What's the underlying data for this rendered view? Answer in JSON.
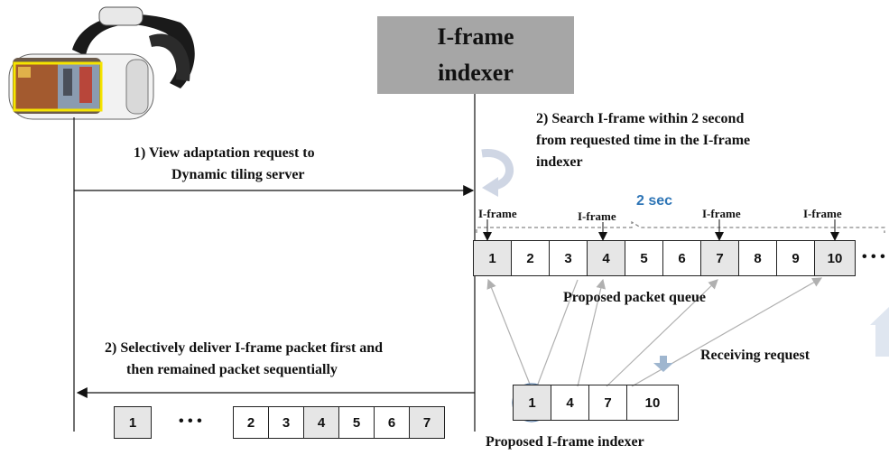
{
  "indexer_box": {
    "line1": "I-frame",
    "line2": "indexer"
  },
  "step1": {
    "line1": "1)  View adaptation request to",
    "line2": "Dynamic tiling server"
  },
  "step2_search": {
    "line1": "2) Search I-frame within 2 second",
    "line2": "from requested time in the I-frame",
    "line3": "indexer"
  },
  "interval_label": "2 sec",
  "iframe_markers": [
    "I-frame",
    "I-frame",
    "I-frame",
    "I-frame"
  ],
  "packet_queue": {
    "cells": [
      "1",
      "2",
      "3",
      "4",
      "5",
      "6",
      "7",
      "8",
      "9",
      "10"
    ],
    "iframe_cells": [
      "1",
      "4",
      "7",
      "10"
    ],
    "ellipsis": "• • •",
    "caption": "Proposed packet queue"
  },
  "receiving_request": "Receiving request",
  "iframe_indexer": {
    "cells": [
      "1",
      "4",
      "7",
      "10"
    ],
    "caption": "Proposed I-frame indexer"
  },
  "step2_deliver": {
    "line1": "2) Selectively deliver I-frame packet first and",
    "line2": "then remained packet sequentially"
  },
  "delivered_queue": {
    "first_cell": "1",
    "ellipsis": "• • •",
    "cells": [
      "2",
      "3",
      "4",
      "5",
      "6",
      "7"
    ],
    "iframe_cells": [
      "4",
      "7"
    ]
  },
  "colors": {
    "indexer_fill": "#a6a6a6",
    "accent_blue": "#2e75b6",
    "shaded_cell": "#e6e6e6",
    "arrow_grey": "#b0b0b0"
  }
}
